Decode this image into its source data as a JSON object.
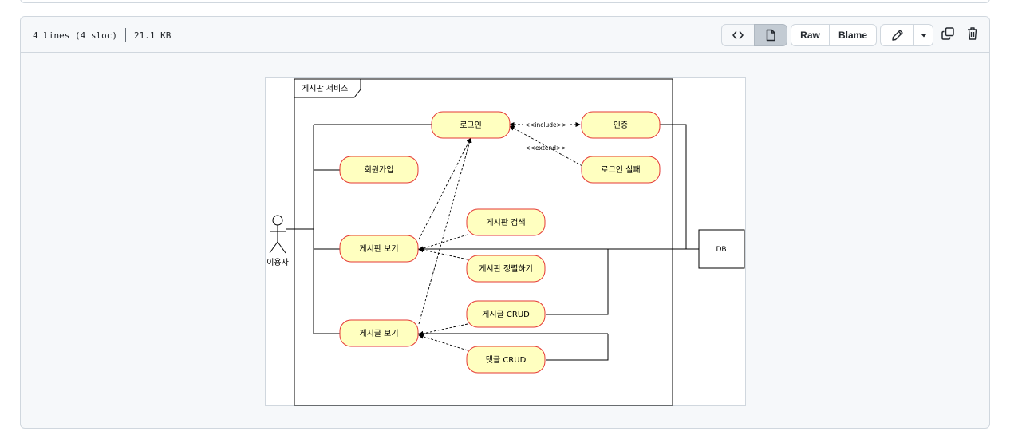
{
  "file_header": {
    "lines": "4 lines (4 sloc)",
    "size": "21.1 KB"
  },
  "toolbar": {
    "code_icon": "code-icon",
    "preview_icon": "file-icon",
    "raw_label": "Raw",
    "blame_label": "Blame",
    "edit_icon": "pencil-icon",
    "more_icon": "triangle-down-icon",
    "copy_icon": "copy-icon",
    "delete_icon": "trash-icon"
  },
  "diagram": {
    "system_title": "게시판 서비스",
    "actor_label": "이용자",
    "db_label": "DB",
    "use_cases": {
      "login": "로그인",
      "auth": "인증",
      "login_fail": "로그인 실패",
      "signup": "회원가입",
      "board_view": "게시판 보기",
      "board_search": "게시판 검색",
      "board_sort": "게시판 정렬하기",
      "post_crud": "게시글 CRUD",
      "post_view": "게시글 보기",
      "comment_crud": "댓글 CRUD"
    },
    "stereotypes": {
      "include": "<<include>>",
      "extend": "<<extend>>"
    },
    "colors": {
      "use_case_fill": "#ffffc0",
      "use_case_stroke": "#e53935"
    }
  }
}
